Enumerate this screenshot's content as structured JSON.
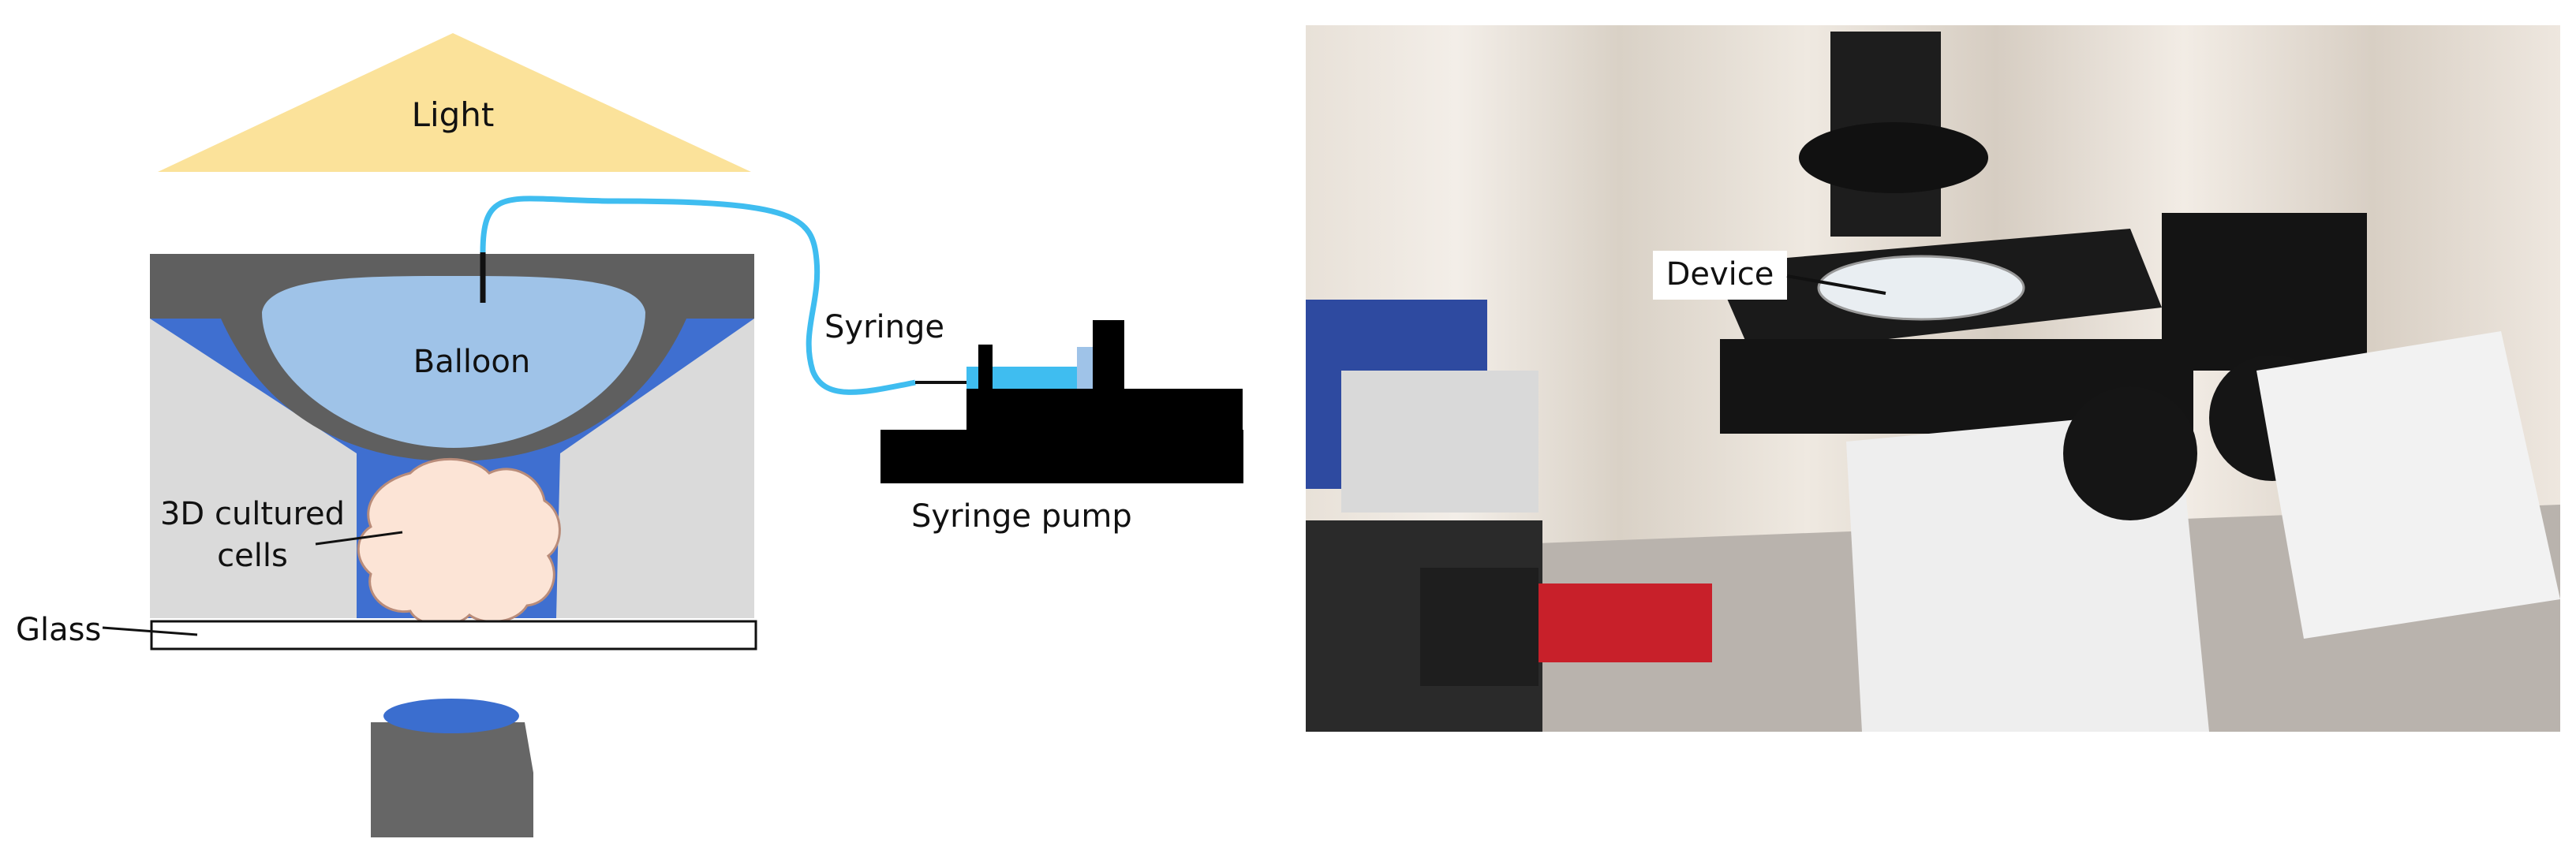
{
  "diagram": {
    "light_label": "Light",
    "balloon_label": "Balloon",
    "cells_label_line1": "3D cultured",
    "cells_label_line2": "cells",
    "glass_label": "Glass",
    "syringe_label": "Syringe",
    "pump_label": "Syringe pump"
  },
  "photo": {
    "device_label": "Device"
  },
  "colors": {
    "light": "#fbe29a",
    "device_top": "#5f5f5f",
    "chamber": "#dadada",
    "medium": "#3f6fd0",
    "balloon": "#9fc3e8",
    "cells": "#fce4d6",
    "tube": "#3fbdf0",
    "objective_top": "#3b6ecf",
    "objective_body": "#666666"
  }
}
